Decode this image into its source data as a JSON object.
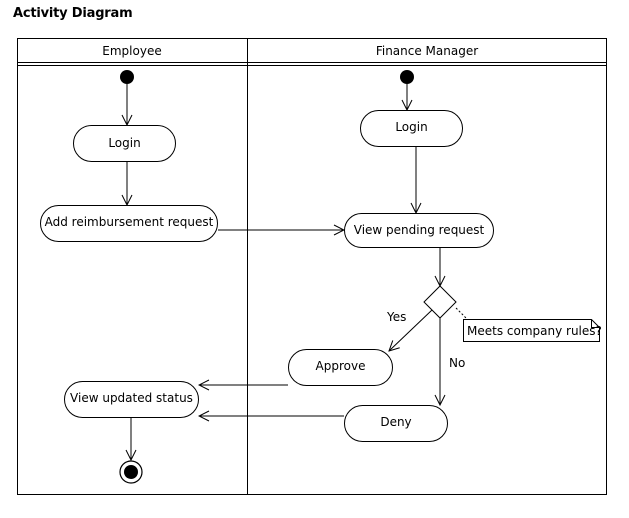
{
  "title": "Activity Diagram",
  "lanes": {
    "employee": "Employee",
    "finance_manager": "Finance Manager"
  },
  "activities": {
    "emp_login": "Login",
    "add_request": "Add reimbursement request",
    "view_status": "View updated status",
    "fm_login": "Login",
    "view_pending": "View pending request",
    "approve": "Approve",
    "deny": "Deny"
  },
  "guards": {
    "yes": "Yes",
    "no": "No"
  },
  "note": "Meets company rules?"
}
